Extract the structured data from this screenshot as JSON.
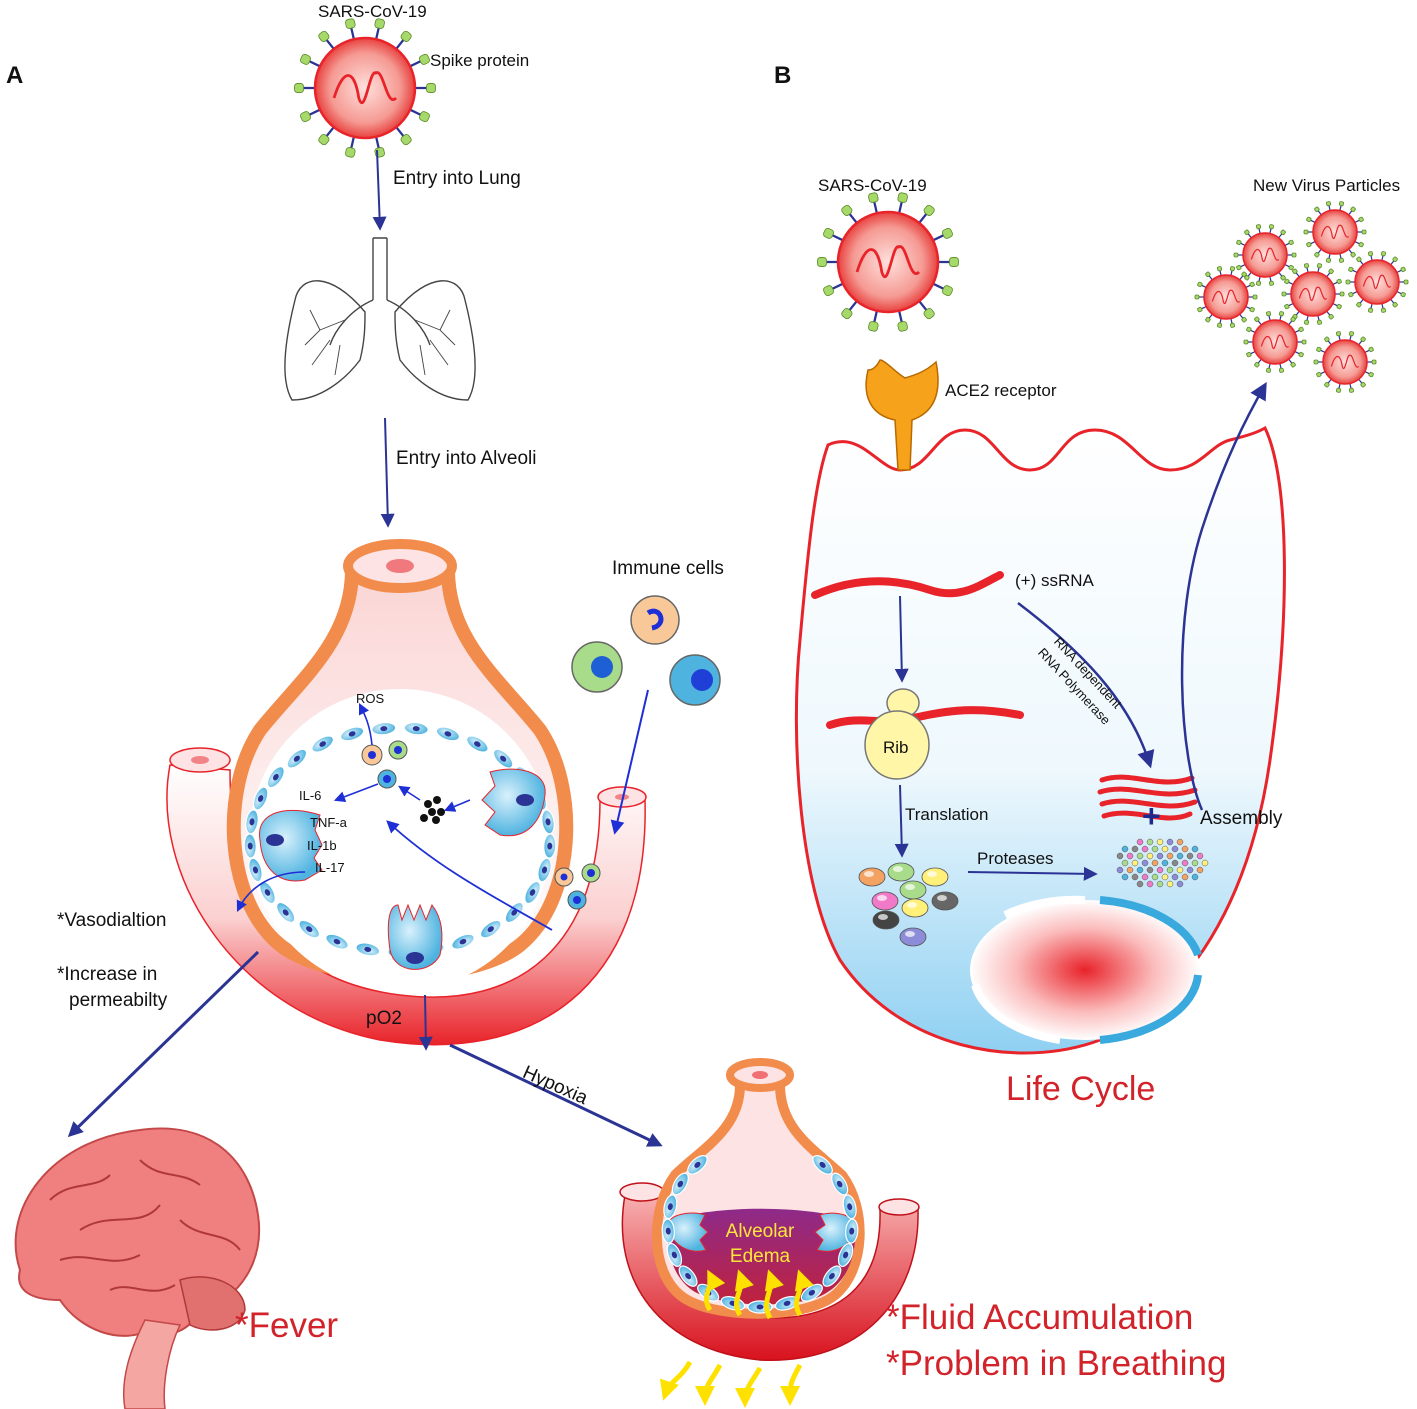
{
  "panels": {
    "a": "A",
    "b": "B"
  },
  "panel_a": {
    "virus_label": "SARS-CoV-19",
    "spike_label": "Spike protein",
    "entry_lung": "Entry into Lung",
    "entry_alveoli": "Entry into Alveoli",
    "immune_cells": "Immune cells",
    "ros": "ROS",
    "cytokines": [
      "IL-6",
      "TNF-a",
      "IL-1b",
      "IL-17"
    ],
    "vasodilation": "*Vasodialtion",
    "permeability_1": "*Increase in",
    "permeability_2": "permeabilty",
    "po2": "pO2",
    "hypoxia": "Hypoxia",
    "edema_1": "Alveolar",
    "edema_2": "Edema",
    "fever": "*Fever",
    "fluid": "*Fluid Accumulation",
    "breathing": "*Problem in Breathing"
  },
  "panel_b": {
    "virus_label": "SARS-CoV-19",
    "new_particles": "New Virus Particles",
    "ace2": "ACE2 receptor",
    "ssrna": "(+) ssRNA",
    "rdrp_1": "RNA dependent",
    "rdrp_2": "RNA Polymerase",
    "rib": "Rib",
    "translation": "Translation",
    "proteases": "Proteases",
    "assembly": "Assembly",
    "plus": "+",
    "life_cycle": "Life Cycle"
  },
  "colors": {
    "arrow": "#2b3494",
    "virus_red": "#e8232a",
    "cell_outline": "#e8232a",
    "alveolus_orange": "#f28c4c",
    "cell_blue": "#4fb3e0",
    "brain": "#f08080",
    "title_red": "#d2232a",
    "ace2": "#f7a21b"
  }
}
